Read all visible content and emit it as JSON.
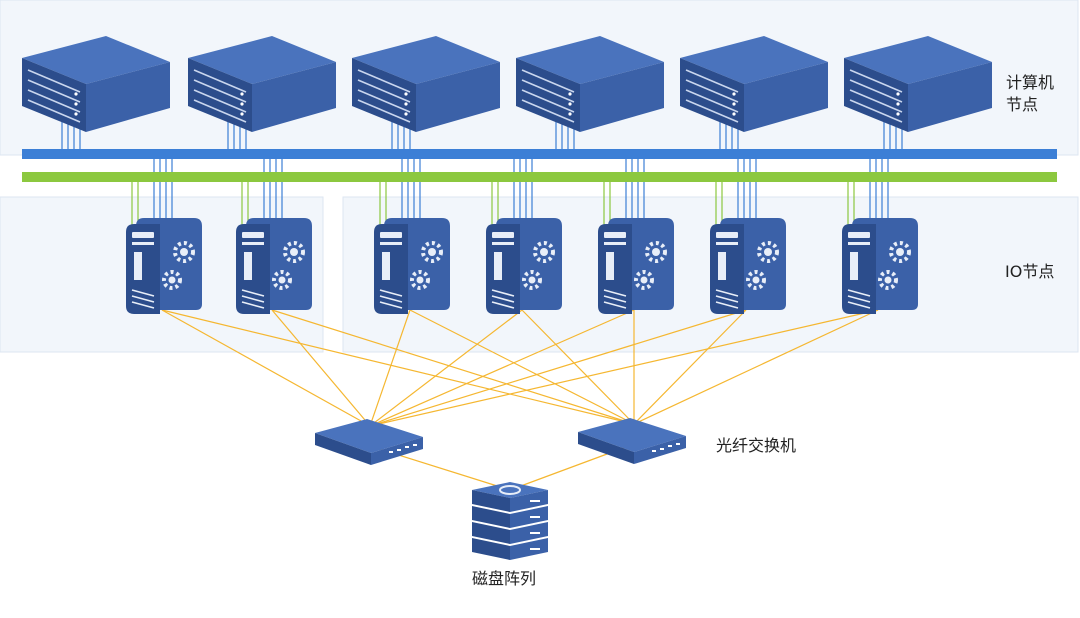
{
  "labels": {
    "compute_line1": "计算机",
    "compute_line2": "节点",
    "io_nodes": "IO节点",
    "fiber_switch": "光纤交换机",
    "disk_array": "磁盘阵列"
  },
  "nodes": {
    "compute_count": 6,
    "io_count": 7,
    "switch_count": 2,
    "storage_count": 1
  },
  "colors": {
    "panel_fill": "#f2f6fb",
    "panel_stroke": "#dce6f2",
    "device_blue": "#3b61a8",
    "device_dark": "#2c4d8c",
    "bus_blue": "#3c7fd6",
    "bus_green": "#8cc83f",
    "fiber_yellow": "#f5b731"
  }
}
